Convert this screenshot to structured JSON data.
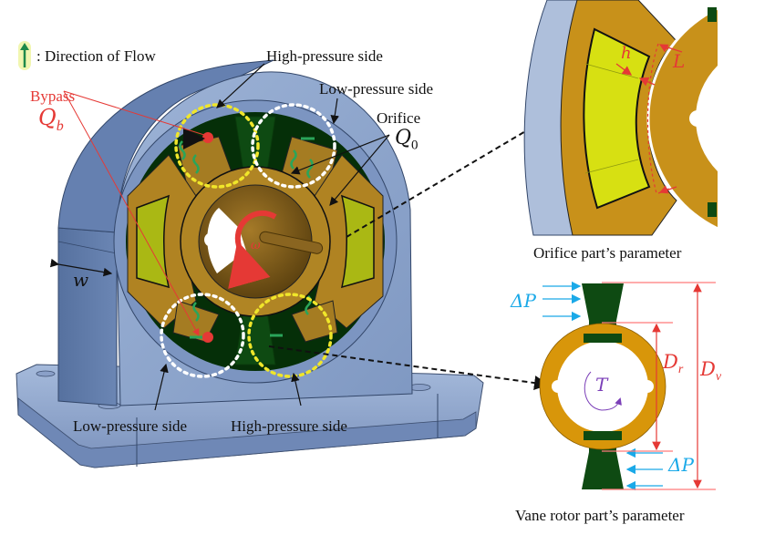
{
  "figure": {
    "legend": {
      "icon": "green-up-arrow-icon",
      "text": ": Direction of Flow"
    },
    "main_view": {
      "labels": {
        "high_pressure_top": "High-pressure side",
        "low_pressure_top": "Low-pressure side",
        "orifice": "Orifice",
        "orifice_flow_symbol": "Q",
        "orifice_flow_subscript": "0",
        "bypass": "Bypass",
        "bypass_flow_symbol": "Q",
        "bypass_flow_subscript": "b",
        "width_symbol": "w",
        "omega_symbol": "ω",
        "low_pressure_bottom": "Low-pressure side",
        "high_pressure_bottom": "High-pressure side"
      }
    },
    "orifice_detail": {
      "caption": "Orifice part’s  parameter",
      "h_symbol": "h",
      "L_symbol": "L"
    },
    "vane_rotor_detail": {
      "caption": "Vane rotor part’s parameter",
      "delta_p_top": "ΔP",
      "delta_p_bottom": "ΔP",
      "torque_symbol": "T",
      "Dr_symbol": "D",
      "Dr_subscript": "r",
      "Dv_symbol": "D",
      "Dv_subscript": "v"
    },
    "colors": {
      "housing": "#8ea6cc",
      "housing_dark": "#5f7aa8",
      "stator_gold": "#c8911a",
      "orifice_yellow": "#c8d80e",
      "vane_green": "#0e4a12",
      "annotation_red": "#e53935",
      "delta_p_cyan": "#1aa9e8",
      "torque_purple": "#7b3fb8",
      "flow_green": "#2aa55a",
      "low_pressure_dots": "#ffffff",
      "high_pressure_dots": "#f0e62a"
    }
  }
}
